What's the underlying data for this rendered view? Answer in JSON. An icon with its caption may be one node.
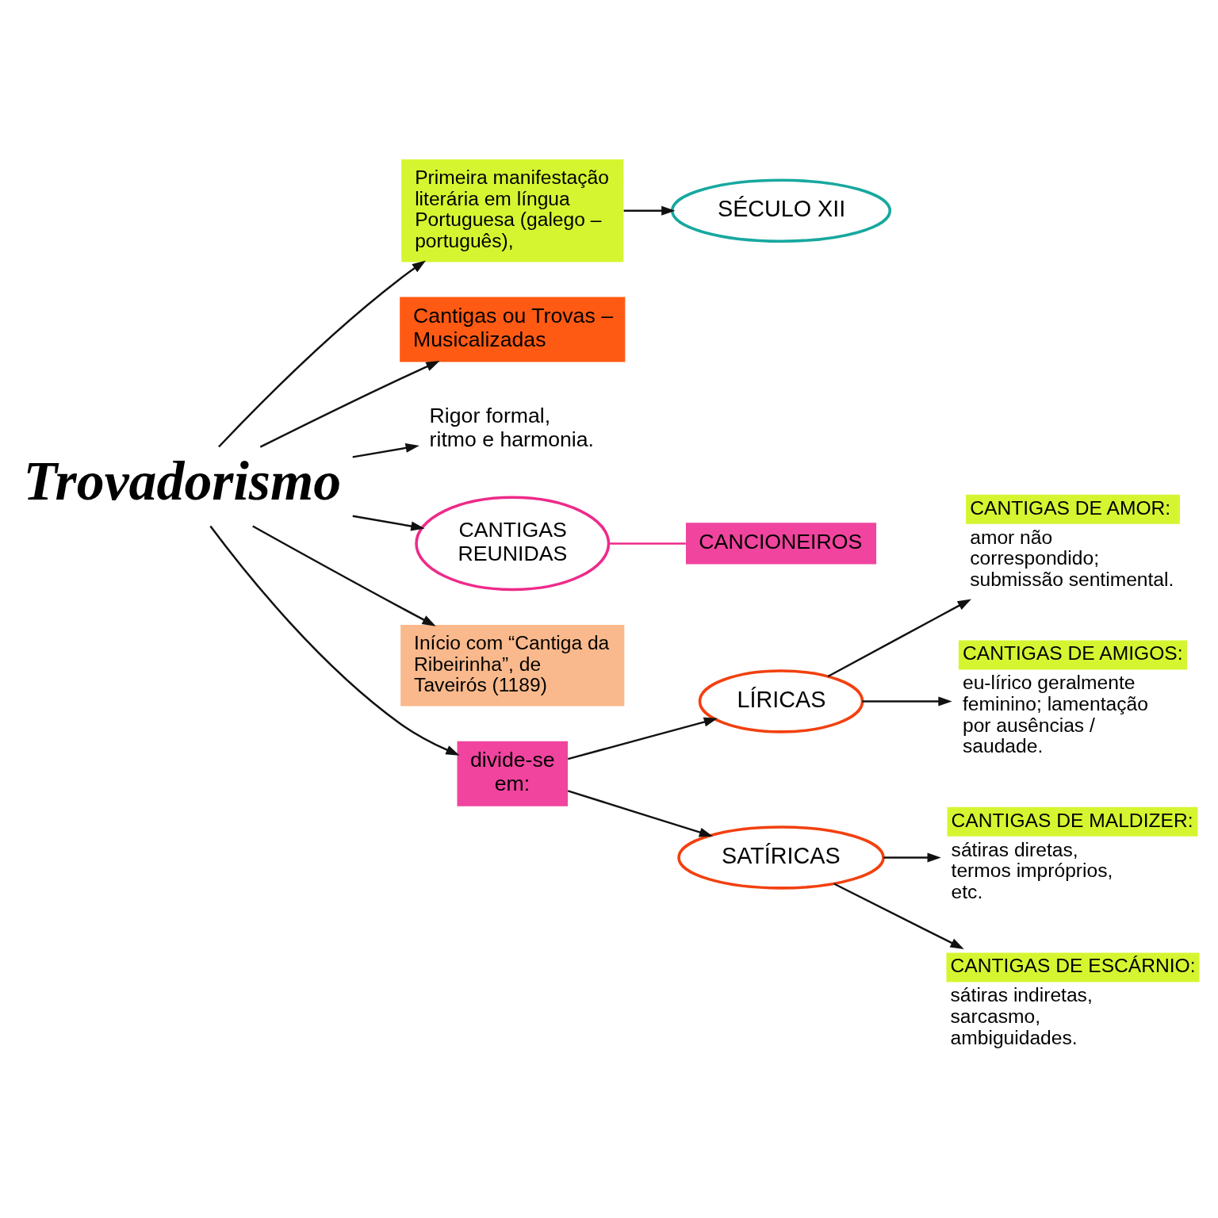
{
  "diagram": {
    "nodes": [
      {
        "text": [
          "SÉCULO XII"
        ]
      },
      {
        "text": [
          "Primeira manifestação literária em língua Portuguesa (galego – português),"
        ]
      },
      {
        "text": [
          "Cantigas ou Trovas – Musicalizadas"
        ]
      },
      {
        "text": [
          "Rigor formal, ritmo e harmonia."
        ]
      },
      {
        "text": [
          "CANTIGAS REUNIDAS"
        ]
      },
      {
        "text": [
          "CANCIONEIROS"
        ]
      },
      {
        "text": [
          "Trovadorismo"
        ]
      },
      {
        "text": [
          "Início com “Cantiga da Ribeirinha”, de Taveirós (1189)"
        ]
      },
      {
        "text": [
          "LÍRICAS"
        ]
      },
      {
        "text": [
          "divide-se em:"
        ]
      },
      {
        "text": [
          "SATÍRICAS"
        ]
      },
      {
        "text": [
          "CANTIGAS DE AMOR:",
          "amor não correspondido; submissão sentimental."
        ]
      },
      {
        "text": [
          "CANTIGAS DE AMIGOS:",
          "eu-lírico geralmente feminino; lamentação por ausências / saudade."
        ]
      },
      {
        "text": [
          "CANTIGAS DE MALDIZER:",
          "sátiras diretas, termos impróprios, etc."
        ]
      },
      {
        "text": [
          "CANTIGAS DE ESCÁRNIO:",
          "sátiras indiretas, sarcasmo, ambiguidades."
        ]
      }
    ],
    "edges": [
      {
        "from": 6,
        "to": 1,
        "arrow": "to"
      },
      {
        "from": 1,
        "to": 0,
        "arrow": "to"
      },
      {
        "from": 6,
        "to": 2,
        "arrow": "to"
      },
      {
        "from": 6,
        "to": 3,
        "arrow": "to"
      },
      {
        "from": 6,
        "to": 4,
        "arrow": "to"
      },
      {
        "from": 4,
        "to": 5,
        "arrow": "none",
        "color": "#ee2a8a"
      },
      {
        "from": 6,
        "to": 7,
        "arrow": "to"
      },
      {
        "from": 6,
        "to": 9,
        "arrow": "to"
      },
      {
        "from": 9,
        "to": 8,
        "arrow": "to"
      },
      {
        "from": 9,
        "to": 10,
        "arrow": "to"
      },
      {
        "from": 8,
        "to": 11,
        "arrow": "to"
      },
      {
        "from": 8,
        "to": 12,
        "arrow": "to"
      },
      {
        "from": 10,
        "to": 13,
        "arrow": "to"
      },
      {
        "from": 10,
        "to": 14,
        "arrow": "to"
      }
    ]
  }
}
